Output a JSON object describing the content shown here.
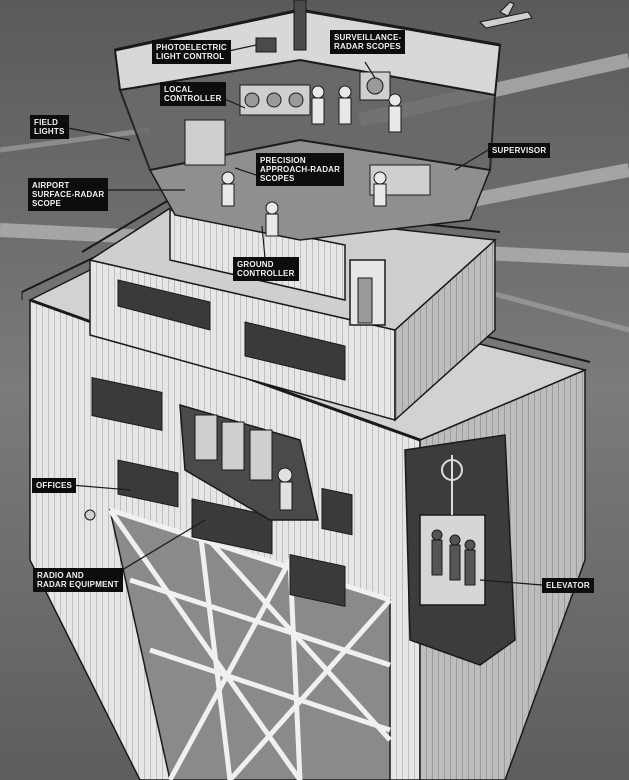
{
  "labels": {
    "photoelectric": [
      "Photoelectric",
      "Light Control"
    ],
    "surveillance": [
      "Surveillance-",
      "Radar Scopes"
    ],
    "local_controller": [
      "Local",
      "Controller"
    ],
    "field_lights": [
      "Field",
      "Lights"
    ],
    "supervisor": [
      "Supervisor"
    ],
    "precision": [
      "Precision",
      "Approach-Radar",
      "Scopes"
    ],
    "airport_surface": [
      "Airport",
      "Surface-Radar",
      "Scope"
    ],
    "ground_controller": [
      "Ground",
      "Controller"
    ],
    "offices": [
      "Offices"
    ],
    "radio_radar": [
      "Radio and",
      "Radar Equipment"
    ],
    "elevator": [
      "Elevator"
    ]
  },
  "colors": {
    "label_bg": "#0d0d0d",
    "label_text": "#f2f2f2",
    "sky": "#6e6e6e",
    "wall": "#e4e4e4",
    "line": "#1a1a1a"
  }
}
